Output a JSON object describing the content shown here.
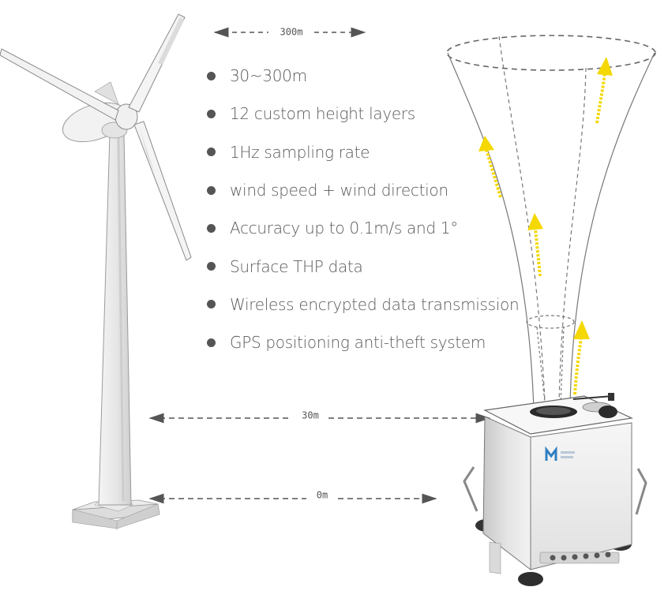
{
  "features": [
    "30~300m",
    "12 custom height layers",
    "1Hz sampling rate",
    "wind speed + wind direction",
    "Accuracy up to 0.1m/s and 1°",
    "Surface THP data",
    "Wireless encrypted data transmission",
    "GPS positioning anti-theft system"
  ],
  "dimensions": {
    "top": "300m",
    "middle": "30m",
    "bottom": "0m"
  },
  "colors": {
    "arrow": "#f5d800",
    "text": "#5a5a5a",
    "bullet": "#555555",
    "dash": "#555555"
  },
  "icons": [
    "wind-turbine",
    "lidar-device",
    "brand-logo"
  ]
}
